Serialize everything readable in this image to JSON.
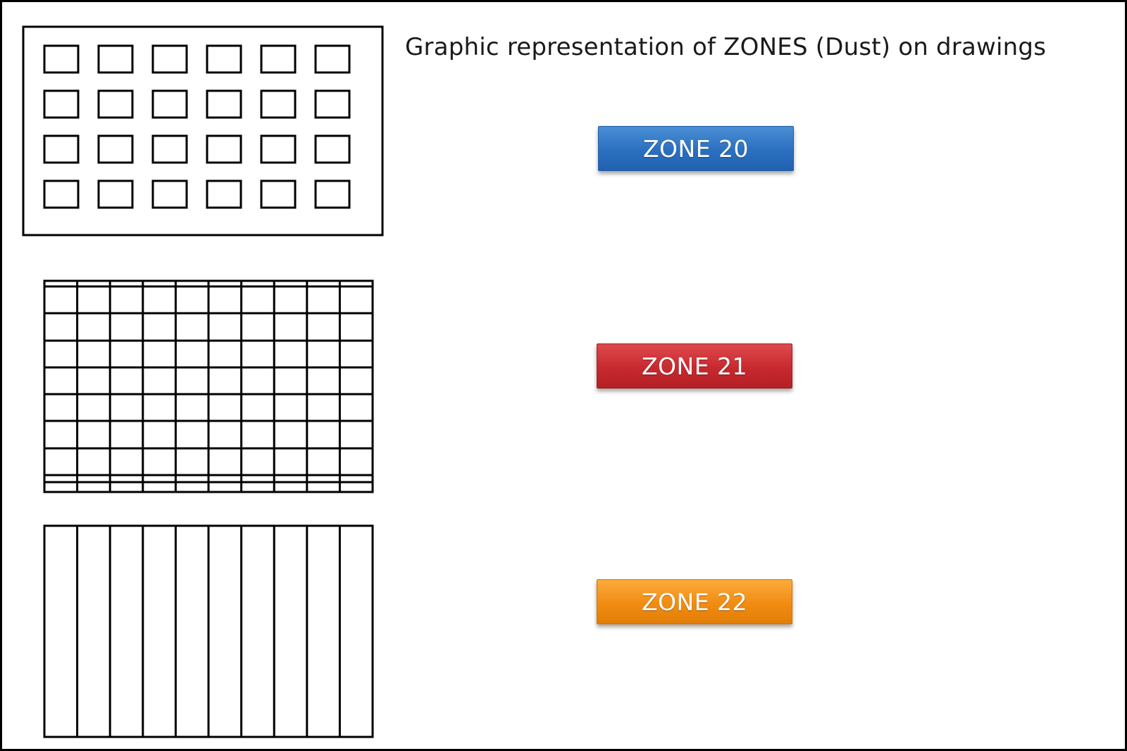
{
  "title": "Graphic representation of ZONES (Dust) on drawings",
  "zones": [
    {
      "label": "ZONE 20",
      "color": "#2b6fc0",
      "pattern": "squares-grid"
    },
    {
      "label": "ZONE 21",
      "color": "#c7292e",
      "pattern": "cross-hatch-grid"
    },
    {
      "label": "ZONE 22",
      "color": "#f18c12",
      "pattern": "vertical-stripes"
    }
  ]
}
